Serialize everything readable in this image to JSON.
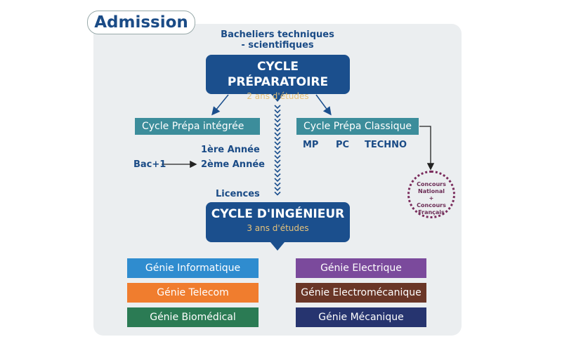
{
  "title": "Admission",
  "entry": {
    "line1": "Bacheliers techniques",
    "line2": "- scientifiques"
  },
  "prep": {
    "title": "CYCLE PRÉPARATOIRE",
    "subtitle": "2 ans d'études"
  },
  "integree": {
    "label": "Cycle Prépa intégrée",
    "year1": "1ère Année",
    "year2": "2ème Année",
    "bac1": "Bac+1"
  },
  "classique": {
    "label": "Cycle Prépa Classique",
    "tracks": [
      "MP",
      "PC",
      "TECHNO"
    ]
  },
  "concours": {
    "line1": "Concours",
    "line2": "National",
    "plus": "+",
    "line3": "Concours",
    "line4": "Français"
  },
  "licences": "Licences",
  "ing": {
    "title": "CYCLE D'INGÉNIEUR",
    "subtitle": "3 ans d'études"
  },
  "genies": [
    {
      "label": "Génie Informatique",
      "color": "#2f8ccf"
    },
    {
      "label": "Génie Telecom",
      "color": "#f07d2e"
    },
    {
      "label": "Génie Biomédical",
      "color": "#2b7b54"
    },
    {
      "label": "Génie Electrique",
      "color": "#7b4a9c"
    },
    {
      "label": "Génie Electromécanique",
      "color": "#6a3627"
    },
    {
      "label": "Génie Mécanique",
      "color": "#26346f"
    }
  ]
}
